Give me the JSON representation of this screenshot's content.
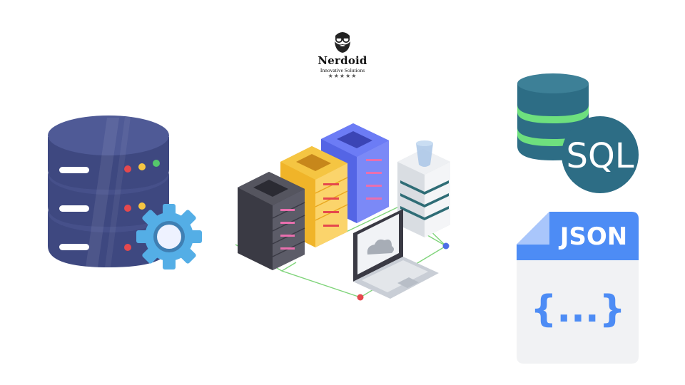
{
  "brand": {
    "name": "Nerdoid",
    "tagline": "Innovative Solutions",
    "rating": "★★★★★"
  },
  "sql_badge": {
    "label": "SQL"
  },
  "json_file": {
    "header_label": "JSON",
    "body_symbol": "{...}"
  },
  "colors": {
    "db_navy": "#46508a",
    "gear_blue": "#54aee6",
    "sql_teal": "#2d6d85",
    "sql_green": "#6ee07e",
    "json_blue": "#4d8cf5",
    "network_green": "#7fd47a",
    "server_yellow": "#f5c542",
    "server_blue": "#5465e5",
    "server_dark": "#4a4a55"
  }
}
